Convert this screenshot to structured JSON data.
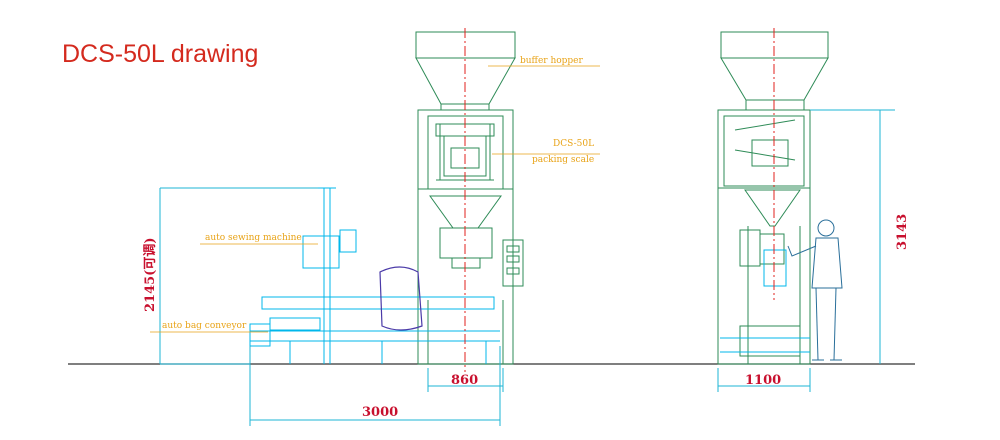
{
  "title": "DCS-50L drawing",
  "labels": {
    "buffer_hopper": "buffer hopper",
    "scale_line1": "DCS-50L",
    "scale_line2": "packing scale",
    "sewing": "auto sewing machine",
    "conveyor": "auto bag conveyor"
  },
  "dimensions": {
    "height_left": "2145(可调)",
    "height_right": "3143",
    "width_front": "860",
    "width_side": "1100",
    "length_total": "3000"
  },
  "colors": {
    "title": "#d42a1e",
    "machine": "#2e8b57",
    "conveyor": "#00b7eb",
    "dimension_line": "#1db6d6",
    "dimension_text": "#c8102e",
    "label": "#e8a317",
    "centerline": "#e0201e",
    "bag": "#4a3aa8",
    "operator": "#2a6f9a"
  }
}
